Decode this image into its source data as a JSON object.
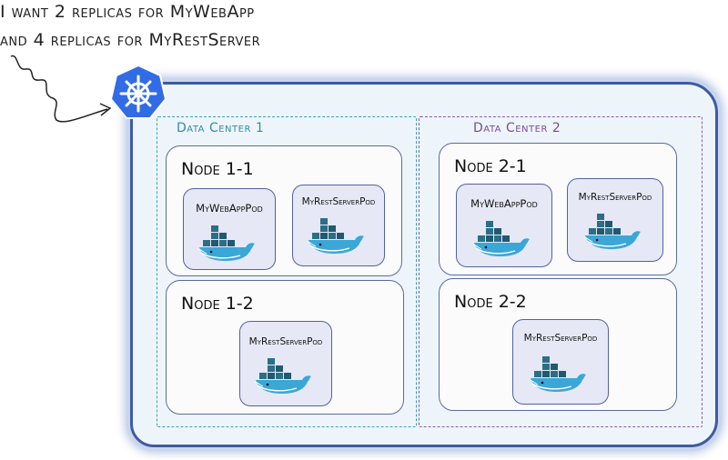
{
  "caption": {
    "line1": "I want 2 replicas for  MyWebApp",
    "line2": "and 4 replicas for MyRestServer"
  },
  "logo": {
    "icon": "kubernetes-helm-icon",
    "color": "#326ce5"
  },
  "data_centers": [
    {
      "label": "Data Center 1",
      "color": "#2f8cae",
      "nodes": [
        {
          "title": "Node 1-1",
          "pods": [
            "MyWebAppPod",
            "MyRestServerPod"
          ]
        },
        {
          "title": "Node 1-2",
          "pods": [
            "MyRestServerPod"
          ]
        }
      ]
    },
    {
      "label": "Data Center 2",
      "color": "#7a4a9e",
      "nodes": [
        {
          "title": "Node 2-1",
          "pods": [
            "MyWebAppPod",
            "MyRestServerPod"
          ]
        },
        {
          "title": "Node 2-2",
          "pods": [
            "MyRestServerPod"
          ]
        }
      ]
    }
  ],
  "pod_icon": "docker-whale-icon"
}
